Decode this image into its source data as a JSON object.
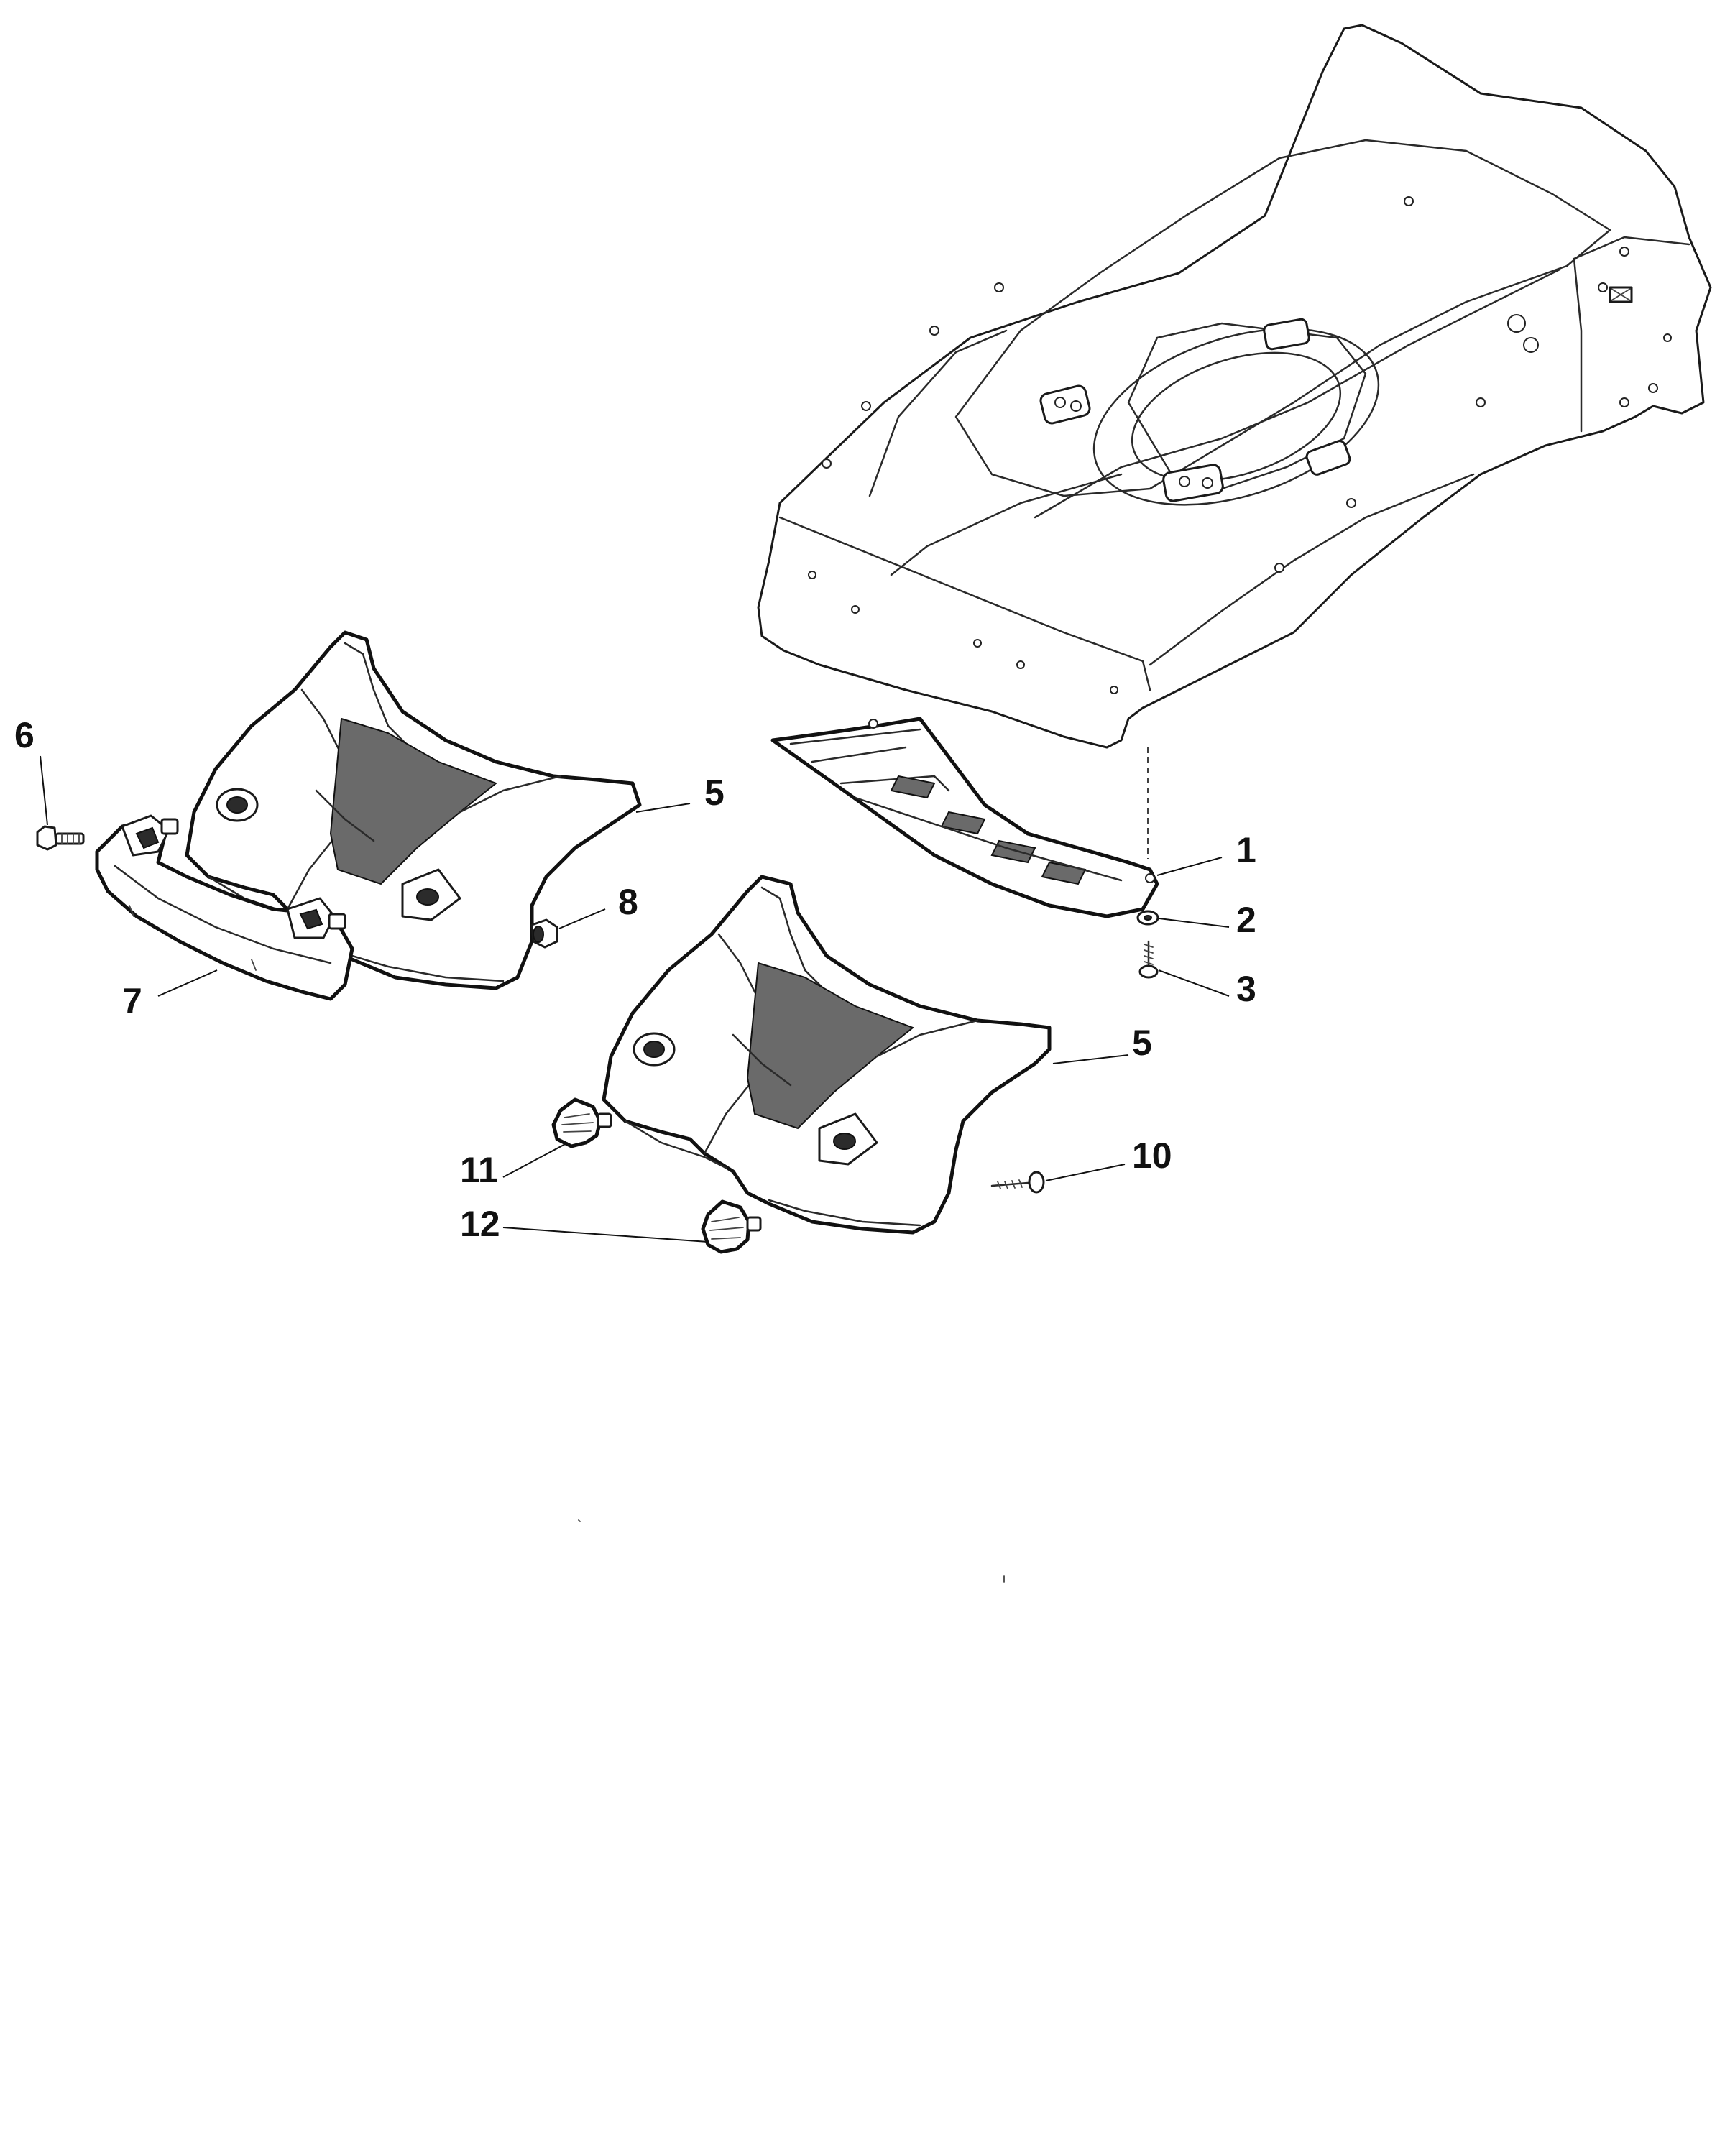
{
  "callouts": {
    "c1": "1",
    "c2": "2",
    "c3": "3",
    "c5a": "5",
    "c5b": "5",
    "c6": "6",
    "c7": "7",
    "c8": "8",
    "c10": "10",
    "c11": "11",
    "c12": "12"
  }
}
